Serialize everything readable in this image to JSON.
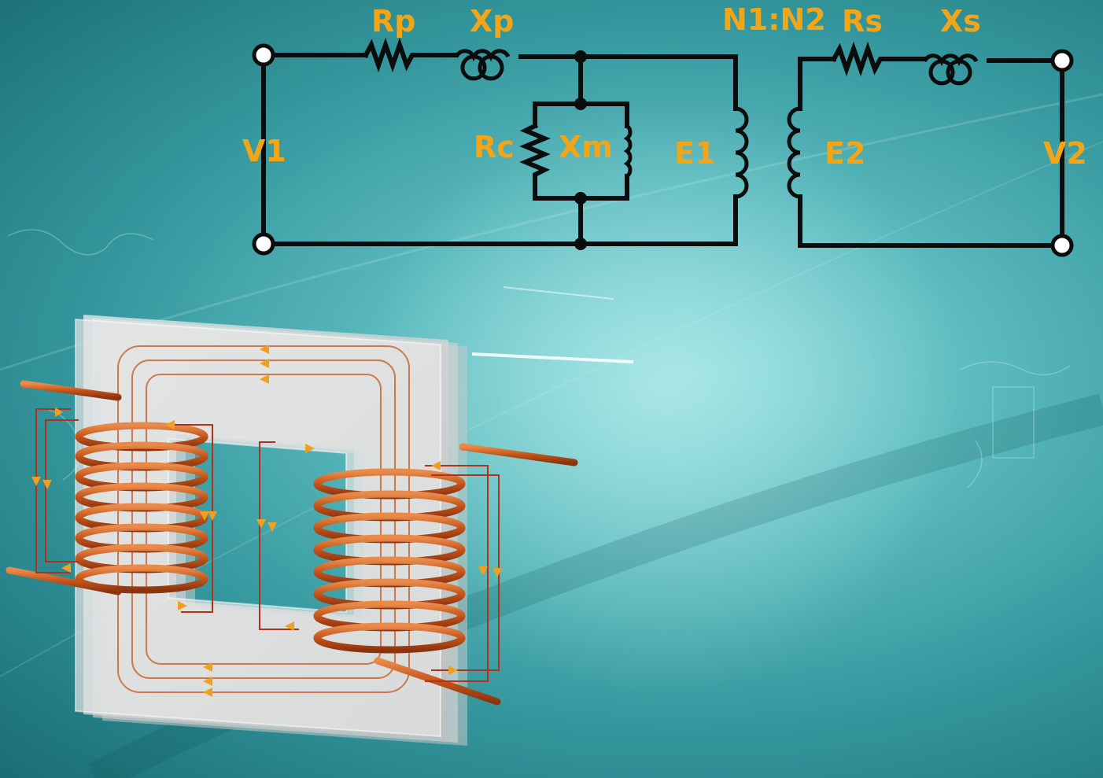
{
  "circuit": {
    "labels": {
      "rp": "Rp",
      "xp": "Xp",
      "turns_ratio": "N1:N2",
      "rs": "Rs",
      "xs": "Xs",
      "v1": "V1",
      "rc": "Rc",
      "xm": "Xm",
      "e1": "E1",
      "e2": "E2",
      "v2": "V2"
    },
    "wire_color": "#0c0c0c",
    "label_color": "#f2a516"
  },
  "illustration": {
    "core_color": "#d9d9d9",
    "winding_color": "#c8561c",
    "flux_arrow_color": "#f0a020"
  },
  "background": {
    "accent": "#4fb3b8"
  }
}
